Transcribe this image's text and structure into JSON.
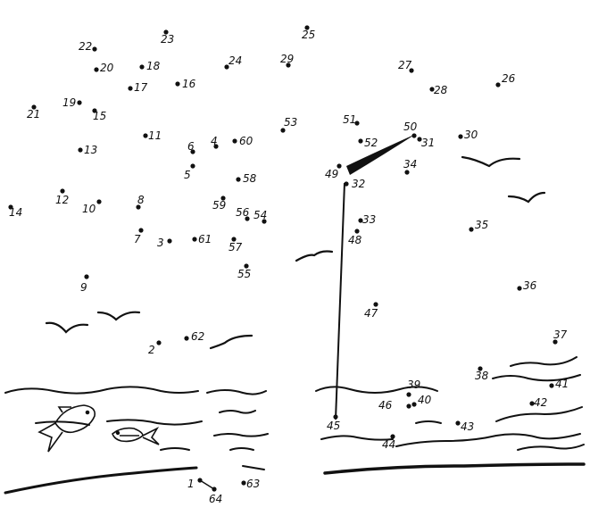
{
  "puzzle": {
    "kind": "connect-the-dots",
    "ink_color": "#111111",
    "background_color": "#ffffff",
    "dot_labels": [
      "1",
      "2",
      "3",
      "4",
      "5",
      "6",
      "7",
      "8",
      "9",
      "10",
      "11",
      "12",
      "13",
      "14",
      "15",
      "16",
      "17",
      "18",
      "19",
      "20",
      "21",
      "22",
      "23",
      "24",
      "25",
      "26",
      "27",
      "28",
      "29",
      "30",
      "31",
      "32",
      "33",
      "34",
      "35",
      "36",
      "37",
      "38",
      "39",
      "40",
      "41",
      "42",
      "43",
      "44",
      "45",
      "46",
      "47",
      "48",
      "49",
      "50",
      "51",
      "52",
      "53",
      "54",
      "55",
      "56",
      "57",
      "58",
      "59",
      "60",
      "61",
      "62",
      "63",
      "64"
    ],
    "drawn_elements": [
      "birds",
      "waves",
      "fish",
      "mast",
      "flag",
      "shoreline"
    ]
  }
}
